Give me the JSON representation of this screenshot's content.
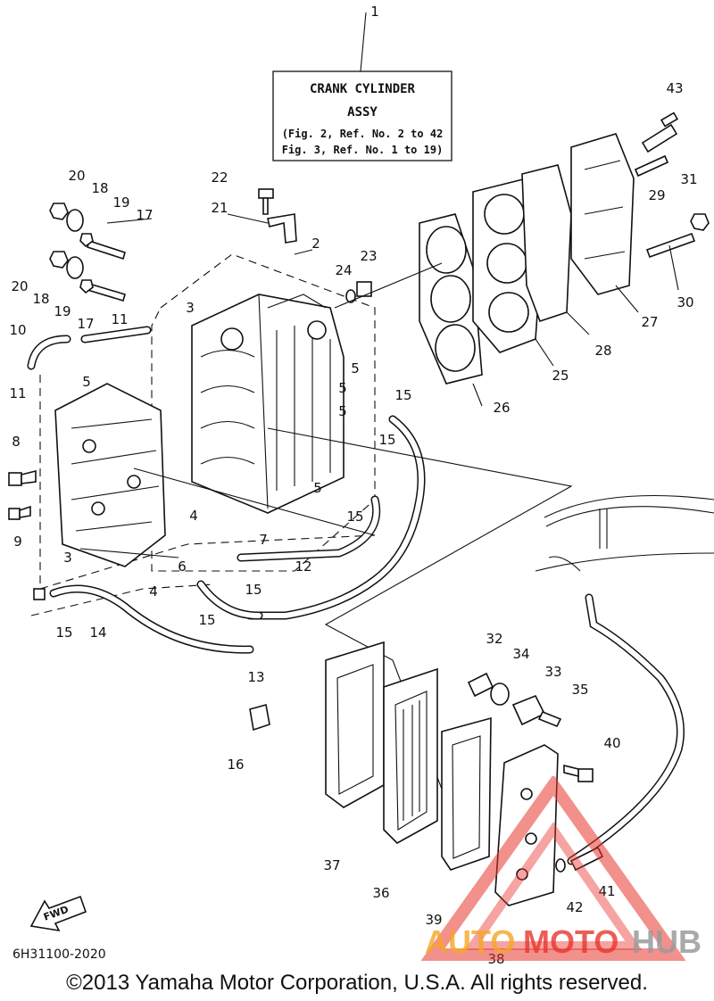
{
  "title_box": {
    "line1": "CRANK CYLINDER",
    "line2": "ASSY",
    "line3": "(Fig. 2, Ref. No. 2 to 42",
    "line4": "Fig. 3, Ref. No. 1 to 19)"
  },
  "fwd_label": "FWD",
  "diagram_code": "6H31100-2020",
  "copyright": "©2013 Yamaha Motor Corporation, U.S.A. All rights reserved.",
  "watermark": {
    "text_auto": "AUTO",
    "text_moto": "MOTO",
    "text_hub": "HUB",
    "color_orange": "#f5a623",
    "color_red": "#e8352e",
    "color_gray": "#9a9a9a"
  },
  "callouts": [
    {
      "id": "c1",
      "text": "1"
    },
    {
      "id": "c2",
      "text": "2"
    },
    {
      "id": "c3a",
      "text": "3"
    },
    {
      "id": "c3b",
      "text": "3"
    },
    {
      "id": "c4a",
      "text": "4"
    },
    {
      "id": "c4b",
      "text": "4"
    },
    {
      "id": "c5a",
      "text": "5"
    },
    {
      "id": "c5b",
      "text": "5"
    },
    {
      "id": "c5c",
      "text": "5"
    },
    {
      "id": "c5d",
      "text": "5"
    },
    {
      "id": "c5e",
      "text": "5"
    },
    {
      "id": "c6",
      "text": "6"
    },
    {
      "id": "c7",
      "text": "7"
    },
    {
      "id": "c8",
      "text": "8"
    },
    {
      "id": "c9",
      "text": "9"
    },
    {
      "id": "c10",
      "text": "10"
    },
    {
      "id": "c11a",
      "text": "11"
    },
    {
      "id": "c11b",
      "text": "11"
    },
    {
      "id": "c12",
      "text": "12"
    },
    {
      "id": "c13",
      "text": "13"
    },
    {
      "id": "c14",
      "text": "14"
    },
    {
      "id": "c15a",
      "text": "15"
    },
    {
      "id": "c15b",
      "text": "15"
    },
    {
      "id": "c15c",
      "text": "15"
    },
    {
      "id": "c15d",
      "text": "15"
    },
    {
      "id": "c15e",
      "text": "15"
    },
    {
      "id": "c15f",
      "text": "15"
    },
    {
      "id": "c16",
      "text": "16"
    },
    {
      "id": "c17a",
      "text": "17"
    },
    {
      "id": "c17b",
      "text": "17"
    },
    {
      "id": "c18a",
      "text": "18"
    },
    {
      "id": "c18b",
      "text": "18"
    },
    {
      "id": "c19a",
      "text": "19"
    },
    {
      "id": "c19b",
      "text": "19"
    },
    {
      "id": "c20a",
      "text": "20"
    },
    {
      "id": "c20b",
      "text": "20"
    },
    {
      "id": "c21",
      "text": "21"
    },
    {
      "id": "c22",
      "text": "22"
    },
    {
      "id": "c23",
      "text": "23"
    },
    {
      "id": "c24",
      "text": "24"
    },
    {
      "id": "c25",
      "text": "25"
    },
    {
      "id": "c26",
      "text": "26"
    },
    {
      "id": "c27",
      "text": "27"
    },
    {
      "id": "c28",
      "text": "28"
    },
    {
      "id": "c29",
      "text": "29"
    },
    {
      "id": "c30",
      "text": "30"
    },
    {
      "id": "c31",
      "text": "31"
    },
    {
      "id": "c32",
      "text": "32"
    },
    {
      "id": "c33",
      "text": "33"
    },
    {
      "id": "c34",
      "text": "34"
    },
    {
      "id": "c35",
      "text": "35"
    },
    {
      "id": "c36",
      "text": "36"
    },
    {
      "id": "c37",
      "text": "37"
    },
    {
      "id": "c38",
      "text": "38"
    },
    {
      "id": "c39",
      "text": "39"
    },
    {
      "id": "c40",
      "text": "40"
    },
    {
      "id": "c41",
      "text": "41"
    },
    {
      "id": "c42",
      "text": "42"
    },
    {
      "id": "c43",
      "text": "43"
    }
  ]
}
